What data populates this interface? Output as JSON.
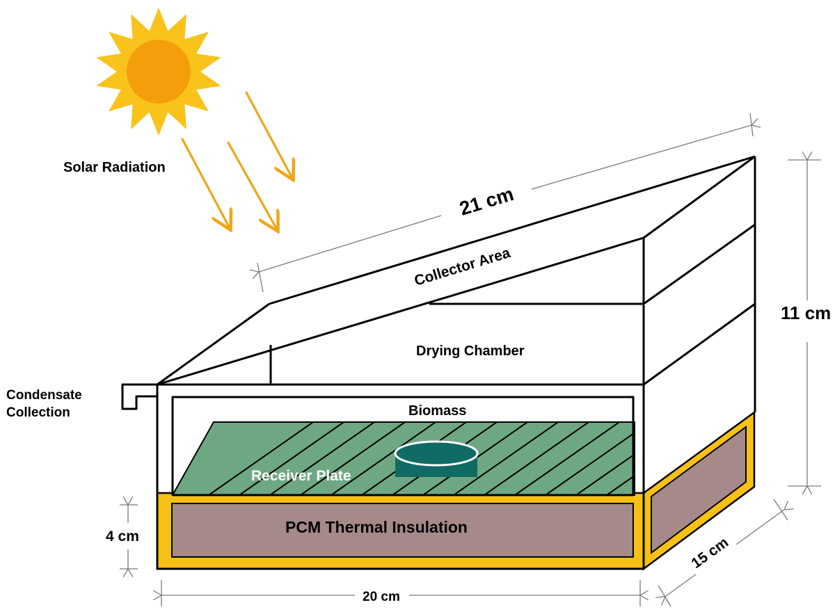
{
  "labels": {
    "solar_radiation": "Solar Radiation",
    "collector_area": "Collector Area",
    "drying_chamber": "Drying Chamber",
    "condensate_line1": "Condensate",
    "condensate_line2": "Collection",
    "biomass": "Biomass",
    "receiver_plate": "Receiver Plate",
    "pcm_insulation": "PCM  Thermal Insulation"
  },
  "dimensions": {
    "length_top": "21 cm",
    "height": "11 cm",
    "base_height": "4 cm",
    "width": "20 cm",
    "depth": "15 cm"
  },
  "colors": {
    "sun_outer": "#F9C31B",
    "sun_inner": "#F59E0B",
    "ray": "#F2A516",
    "insulation_frame": "#F6C114",
    "pcm": "#A58A89",
    "receiver_plate": "#6EA882",
    "dish": "#0F6B63",
    "line": "#000000",
    "dim_line": "#7A7A7A"
  },
  "icons": {
    "sun": "sun-icon",
    "rays": "ray-arrow-icon"
  }
}
